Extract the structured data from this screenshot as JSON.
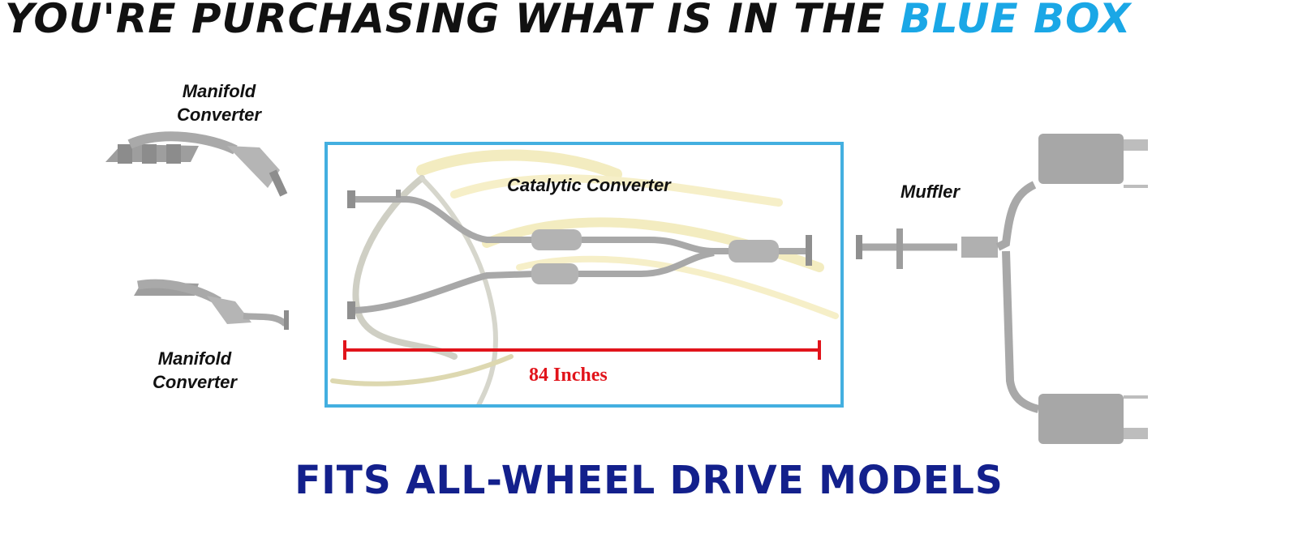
{
  "headline": {
    "part1": "YOU'RE PURCHASING WHAT IS IN THE ",
    "part2": "BLUE BOX"
  },
  "labels": {
    "manifold_top_line1": "Manifold",
    "manifold_top_line2": "Converter",
    "manifold_bottom_line1": "Manifold",
    "manifold_bottom_line2": "Converter",
    "catalytic": "Catalytic Converter",
    "muffler": "Muffler"
  },
  "measurement": {
    "text": "84 Inches",
    "color": "#e1141b"
  },
  "footer": "FITS ALL-WHEEL DRIVE MODELS",
  "colors": {
    "accent_blue": "#1aa7e6",
    "box_border": "#43afe0",
    "footer_navy": "#13208c",
    "metal": "#a9a9a9"
  }
}
